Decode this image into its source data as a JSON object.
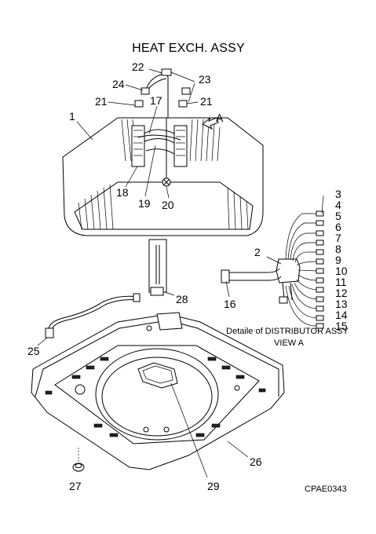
{
  "title": "HEAT EXCH. ASSY",
  "callouts": {
    "c1": "1",
    "c2": "2",
    "c3": "3",
    "c4": "4",
    "c5": "5",
    "c6": "6",
    "c7": "7",
    "c8": "8",
    "c9": "9",
    "c10": "10",
    "c11": "11",
    "c12": "12",
    "c13": "13",
    "c14": "14",
    "c15": "15",
    "c16": "16",
    "c17": "17",
    "c18": "18",
    "c19": "19",
    "c20": "20",
    "c21a": "21",
    "c21b": "21",
    "c22": "22",
    "c23": "23",
    "c24": "24",
    "c25": "25",
    "c26": "26",
    "c27": "27",
    "c28": "28",
    "c29": "29"
  },
  "view_arrow_label": "A",
  "distributor_caption_line1": "Detaile of DISTRIBUTOR ASSY",
  "distributor_caption_line2": "VIEW A",
  "drawing_code": "CPAE0343"
}
